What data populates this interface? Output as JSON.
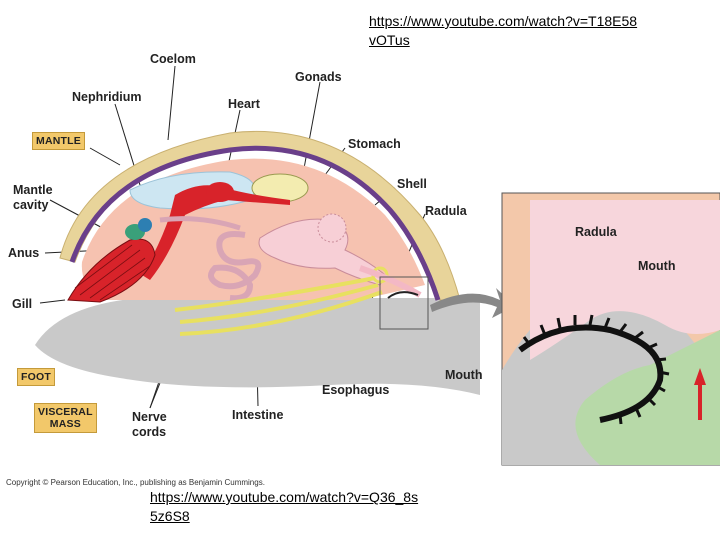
{
  "links": {
    "top_line1": "https://www.youtube.com/watch?v=T18E58",
    "top_line2": "vOTus",
    "bottom_line1": "https://www.youtube.com/watch?v=Q36_8s",
    "bottom_line2": "5z6S8"
  },
  "labels": {
    "coelom": "Coelom",
    "gonads": "Gonads",
    "nephridium": "Nephridium",
    "heart": "Heart",
    "mantle": "MANTLE",
    "stomach": "Stomach",
    "mantle_cavity_1": "Mantle",
    "mantle_cavity_2": "cavity",
    "shell": "Shell",
    "radula": "Radula",
    "anus": "Anus",
    "gill": "Gill",
    "foot": "FOOT",
    "visceral_mass_1": "VISCERAL",
    "visceral_mass_2": "MASS",
    "nerve_cords_1": "Nerve",
    "nerve_cords_2": "cords",
    "intestine": "Intestine",
    "esophagus": "Esophagus",
    "mouth": "Mouth",
    "inset_radula": "Radula",
    "inset_mouth": "Mouth"
  },
  "copyright": "Copyright © Pearson Education, Inc., publishing as Benjamin Cummings.",
  "colors": {
    "shell": "#e8d49a",
    "mantle": "#6a3f8a",
    "body_pink": "#f6c2b0",
    "foot_gray": "#c9c9c9",
    "heart_red": "#d8232a",
    "nephridium_blue": "#cde6f2",
    "nerve_yellow": "#e8e060",
    "inset_bg": "#f3c8aa",
    "inset_green": "#b7d9a8",
    "label_box": "#f2c86a"
  }
}
